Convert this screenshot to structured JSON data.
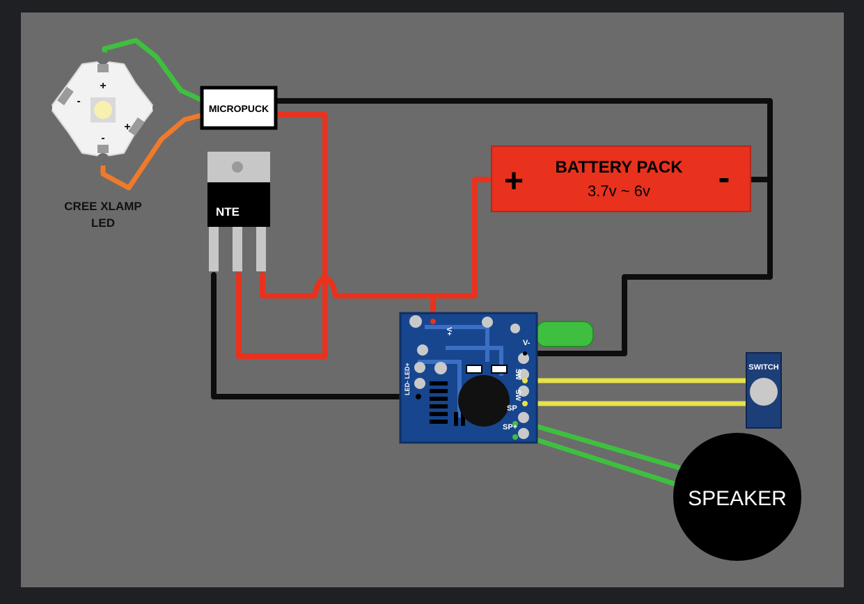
{
  "colors": {
    "page_bg": "#1f2024",
    "canvas_bg": "#6b6b6b",
    "wire_black": "#0d0d0d",
    "wire_red": "#e8321e",
    "wire_green": "#3fbf3f",
    "wire_orange": "#f07a2a",
    "wire_yellow": "#e6e24a",
    "battery": "#e8321e",
    "pcb": "#17468e",
    "speaker": "#000000",
    "switch_body": "#1d3f78"
  },
  "led": {
    "label_line1": "CREE XLAMP",
    "label_line2": "LED",
    "plus_top": "+",
    "minus_left": "-",
    "plus_right": "+",
    "minus_bottom": "-"
  },
  "micropuck": {
    "label": "MICROPUCK"
  },
  "regulator": {
    "label": "NTE"
  },
  "battery": {
    "title": "BATTERY PACK",
    "voltage": "3.7v ~ 6v",
    "plus": "+",
    "minus": "-"
  },
  "pcb": {
    "pin_vplus": "V+",
    "pin_vminus": "V-",
    "pin_led": "LED- LED+",
    "pin_sw": "SW",
    "pin_sw2": "SW",
    "pin_sp_minus": "SP",
    "pin_sp_plus": "SP+"
  },
  "switch": {
    "label": "SWITCH"
  },
  "speaker": {
    "label": "SPEAKER"
  }
}
